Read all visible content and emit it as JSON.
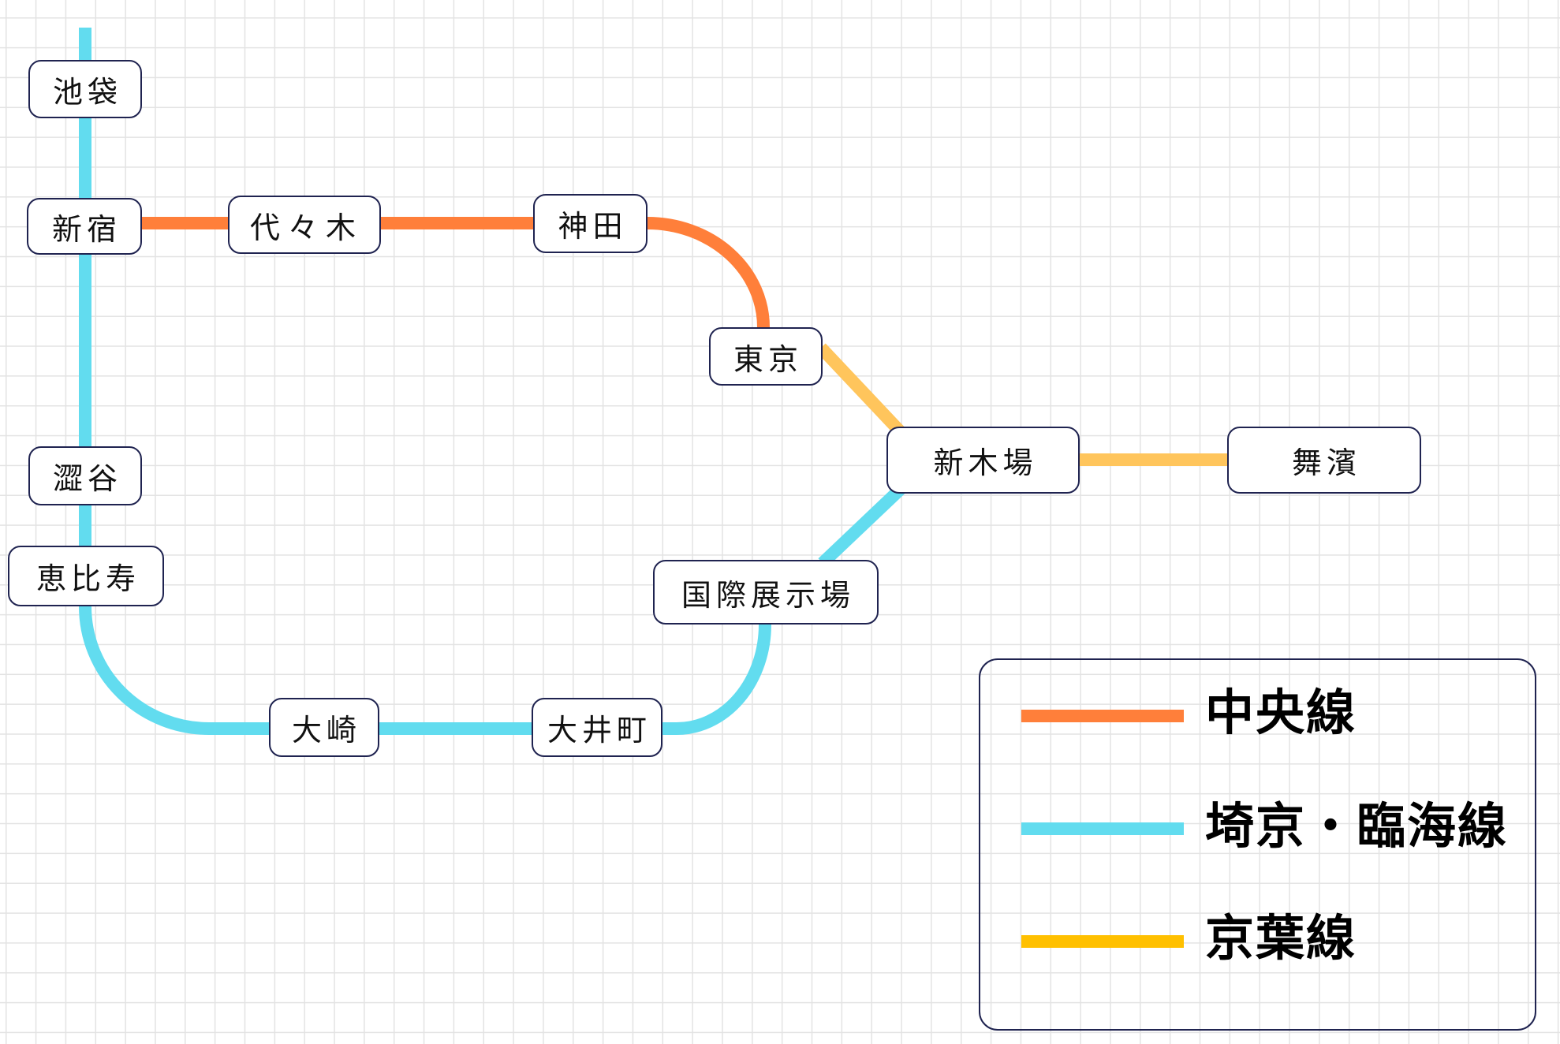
{
  "map": {
    "lines": [
      {
        "id": "chuo",
        "name": "中央線",
        "color": "#FF7F3A"
      },
      {
        "id": "saikyo-rinkai",
        "name": "埼京・臨海線",
        "color": "#62DCEF"
      },
      {
        "id": "keiyo",
        "name": "京葉線",
        "color": "#FFC55C"
      }
    ],
    "stations": {
      "ikebukuro": "池袋",
      "shinjuku": "新宿",
      "yoyogi": "代々木",
      "kanda": "神田",
      "tokyo": "東京",
      "shinkiba": "新木場",
      "maihama": "舞濱",
      "shibuya": "澀谷",
      "ebisu": "恵比寿",
      "kokusai_tenjijo": "国際展示場",
      "osaki": "大崎",
      "oimachi": "大井町"
    }
  },
  "legend": {
    "items": [
      {
        "label": "中央線",
        "color": "#FF7F3A"
      },
      {
        "label": "埼京・臨海線",
        "color": "#62DCEF"
      },
      {
        "label": "京葉線",
        "color": "#FFC000"
      }
    ]
  }
}
